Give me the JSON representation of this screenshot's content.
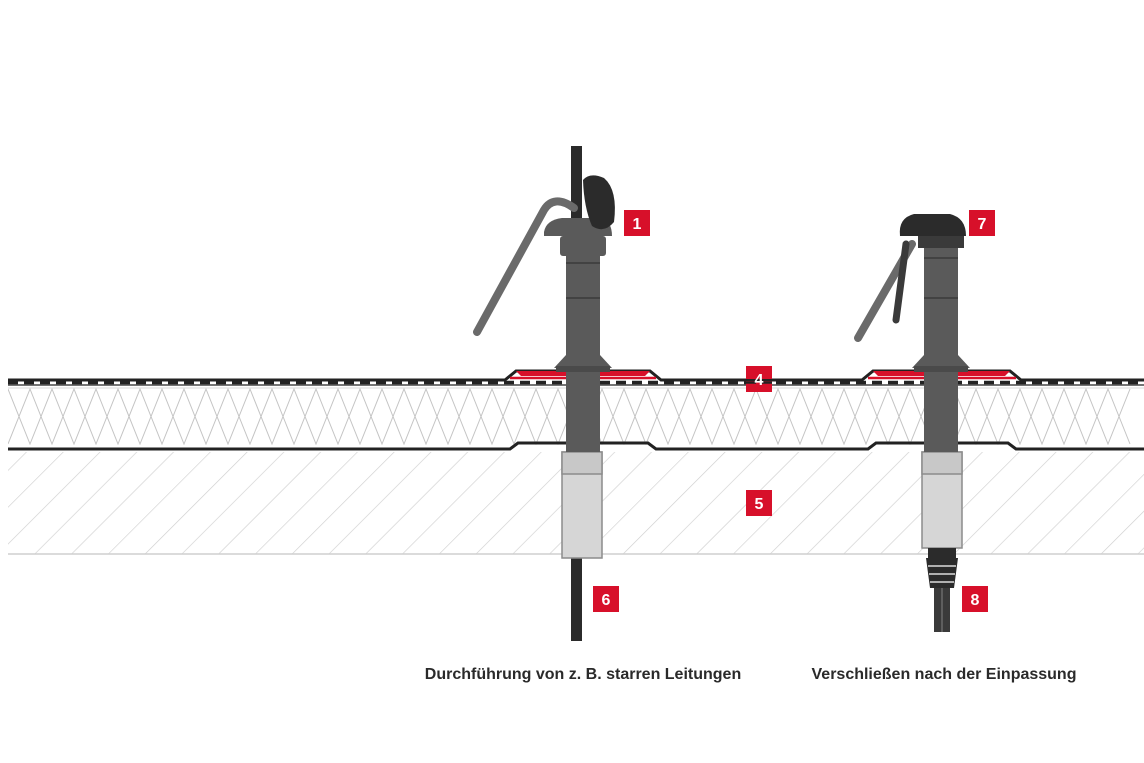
{
  "colors": {
    "accent": "#d7102a",
    "pipe": "#5a5a5a",
    "pipe_dark": "#2b2b2b",
    "sleeve": "#d6d6d6",
    "hatch": "#cfcfcf",
    "membrane": "#222222"
  },
  "labels": [
    {
      "id": "1",
      "text": "1"
    },
    {
      "id": "4",
      "text": "4"
    },
    {
      "id": "5",
      "text": "5"
    },
    {
      "id": "6",
      "text": "6"
    },
    {
      "id": "7",
      "text": "7"
    },
    {
      "id": "8",
      "text": "8"
    }
  ],
  "captions": {
    "left": "Durchführung von z. B. starren Leitungen",
    "right": "Verschließen nach der Einpassung"
  }
}
